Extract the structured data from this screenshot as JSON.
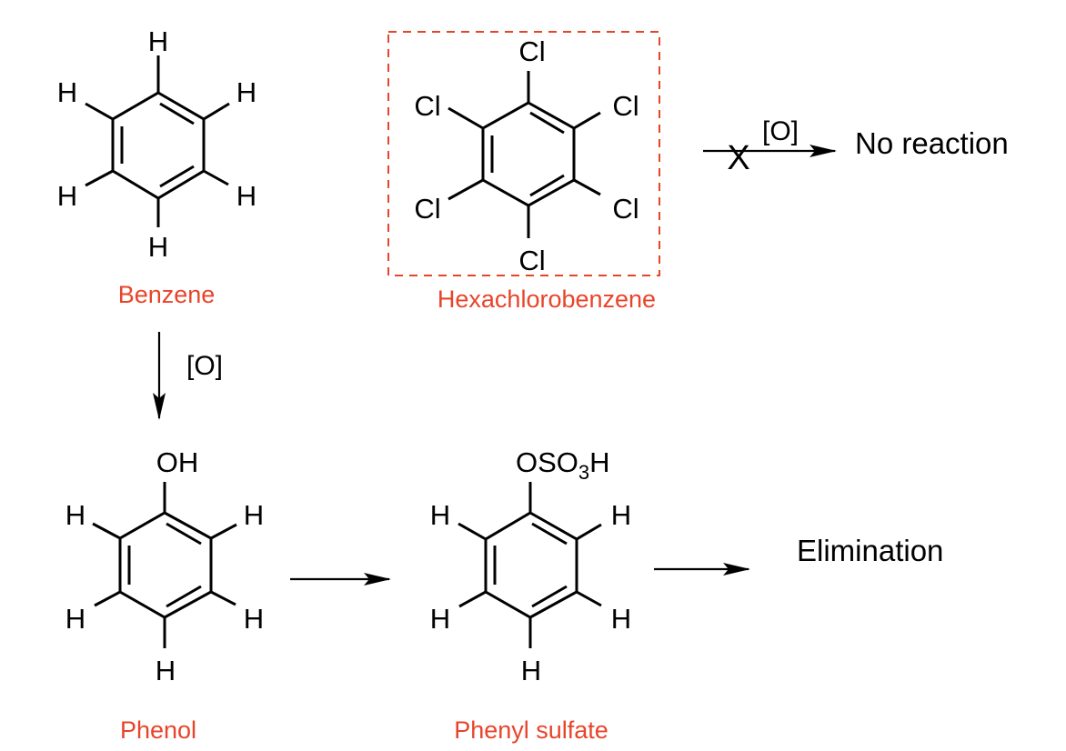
{
  "colors": {
    "label": "#e8442a",
    "highlight_box": "#e8442a",
    "ink": "#000000"
  },
  "molecules": {
    "benzene": {
      "name": "Benzene",
      "substituents": [
        "H",
        "H",
        "H",
        "H",
        "H",
        "H"
      ]
    },
    "hexachlorobenzene": {
      "name": "Hexachlorobenzene",
      "substituents": [
        "Cl",
        "Cl",
        "Cl",
        "Cl",
        "Cl",
        "Cl"
      ]
    },
    "phenol": {
      "name": "Phenol",
      "top_group": "OH",
      "substituents": [
        "H",
        "H",
        "H",
        "H",
        "H"
      ]
    },
    "phenyl_sulfate": {
      "name": "Phenyl sulfate",
      "top_group_main": "OSO",
      "top_group_subscript": "3",
      "top_group_tail": "H",
      "substituents": [
        "H",
        "H",
        "H",
        "H",
        "H"
      ]
    }
  },
  "reactions": {
    "benzene_to_phenol": {
      "reagent": "[O]"
    },
    "hexachloro_blocked": {
      "reagent": "[O]",
      "blocked_mark": "X",
      "result": "No reaction"
    },
    "phenol_to_sulfate": {
      "reagent": ""
    },
    "sulfate_to_elimination": {
      "result": "Elimination"
    }
  }
}
